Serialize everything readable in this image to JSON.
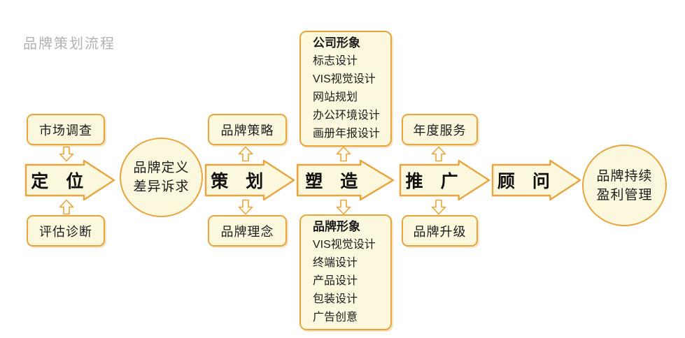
{
  "page": {
    "title": "品牌策划流程"
  },
  "colors": {
    "accent_border": "#E9A43E",
    "node_fill": "#FCF8DE",
    "mini_arrow_fill": "#FFFDF4",
    "text": "#1B1B1B",
    "title_gray": "#B2B2B2",
    "background": "#FFFFFF"
  },
  "flow": {
    "positioning": {
      "label": "定　位",
      "input_top": "市场调查",
      "input_bottom": "评估诊断"
    },
    "definition_circle": {
      "line1": "品牌定义",
      "line2": "差异诉求"
    },
    "planning": {
      "label": "策　划",
      "output_top": "品牌策略",
      "output_bottom": "品牌理念"
    },
    "shaping": {
      "label": "塑　造",
      "company_image": {
        "header": "公司形象",
        "items": [
          "标志设计",
          "VIS视觉设计",
          "网站规划",
          "办公环境设计",
          "画册年报设计"
        ]
      },
      "brand_image": {
        "header": "品牌形象",
        "items": [
          "VIS视觉设计",
          "终端设计",
          "产品设计",
          "包装设计",
          "广告创意"
        ]
      }
    },
    "promotion": {
      "label": "推　广",
      "output_top": "年度服务",
      "output_bottom": "品牌升级"
    },
    "consulting": {
      "label": "顾　问"
    },
    "result_circle": {
      "line1": "品牌持续",
      "line2": "盈利管理"
    }
  }
}
